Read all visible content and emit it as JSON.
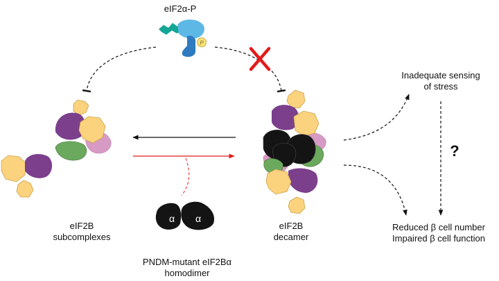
{
  "phospho": {
    "label": "eIF2α-P",
    "p_symbol": "P"
  },
  "left_complex": {
    "line1": "eIF2B",
    "line2": "subcomplexes"
  },
  "right_complex": {
    "line1": "eIF2B",
    "line2": "decamer"
  },
  "mutant": {
    "line1": "PNDM-mutant eIF2Bα",
    "line2": "homodimer",
    "alpha_symbol": "α"
  },
  "outcome_top": {
    "line1": "Inadequate sensing",
    "line2": "of stress"
  },
  "outcome_bottom": {
    "line1": "Reduced β cell number",
    "line2": "Impaired β cell function"
  },
  "question_mark": "?",
  "colors": {
    "yellow": "#FBD27E",
    "purple": "#7B3F8C",
    "green": "#6BAA5E",
    "pink": "#D79AC4",
    "black": "#141414",
    "red": "#E21B1B",
    "teal": "#14A596",
    "light_blue": "#5DB8E6",
    "dark_blue": "#2F7BC0",
    "phospho_yellow": "#F7E27A"
  }
}
